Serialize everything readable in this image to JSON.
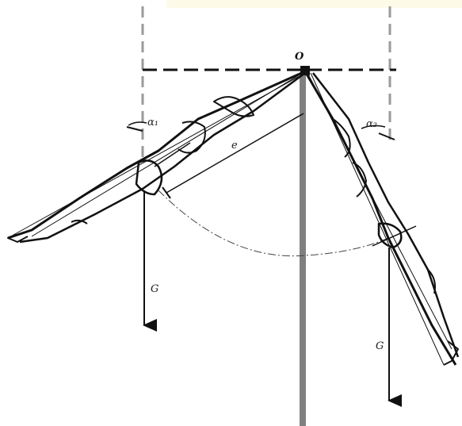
{
  "labels": {
    "pivot": "O",
    "alpha_left": "α₁",
    "alpha_right": "α₂",
    "arm_length": "e",
    "weight_left": "G",
    "weight_right": "G"
  },
  "colors": {
    "line": "#111111",
    "dashed_guide": "#9a9a9a",
    "pole": "#808080",
    "top_tint": "#fdfbe8"
  }
}
